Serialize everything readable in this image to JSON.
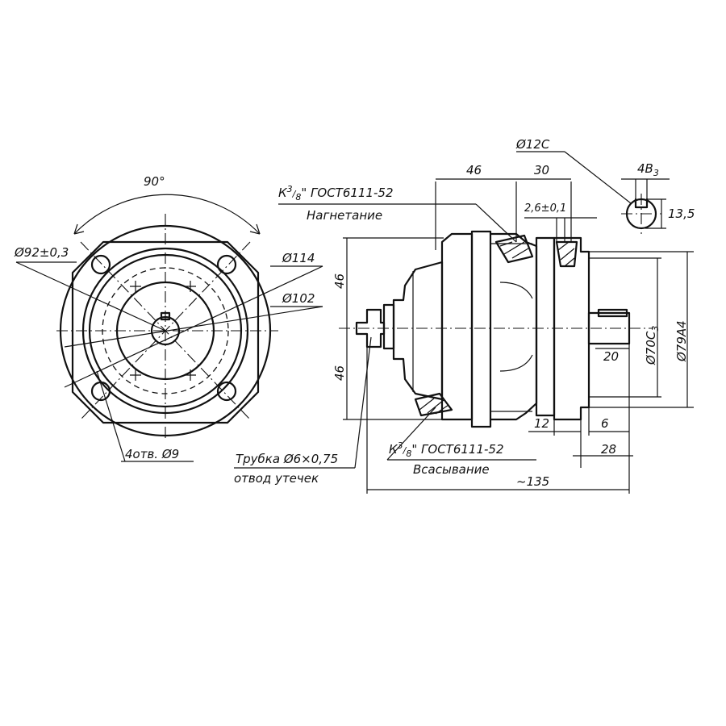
{
  "front_view": {
    "angle": "90°",
    "bolt_circle": "Ø92±0,3",
    "outer_diameter": "Ø114",
    "pitch_diameter": "Ø102",
    "holes": "4отв. Ø9"
  },
  "side_view": {
    "dim_46_top": "46",
    "dim_30_top": "30",
    "dim_46_vert_upper": "46",
    "dim_46_vert_lower": "46",
    "dim_2_6": "2,6±0,1",
    "dim_12": "12",
    "dim_6": "6",
    "dim_28": "28",
    "dim_20": "20",
    "dim_135": "~135",
    "dim_70_base": "Ø70С",
    "dim_70_sub": "3",
    "dim_79_text": "Ø79А4"
  },
  "ports": {
    "pressure_thread_prefix": "К",
    "pressure_thread_num": "3",
    "pressure_thread_den": "8",
    "pressure_thread_std": "\" ГОСТ6111-52",
    "pressure_label": "Нагнетание",
    "suction_thread_prefix": "К",
    "suction_thread_num": "3",
    "suction_thread_den": "8",
    "suction_thread_std": "\" ГОСТ6111-52",
    "suction_label": "Всасывание",
    "drain_tube": "Трубка Ø6×0,75",
    "drain_label": "отвод утечек"
  },
  "shaft_detail": {
    "diameter": "Ø12С",
    "key_width_base": "4В",
    "key_width_sub": "3",
    "key_depth": "13,5"
  }
}
